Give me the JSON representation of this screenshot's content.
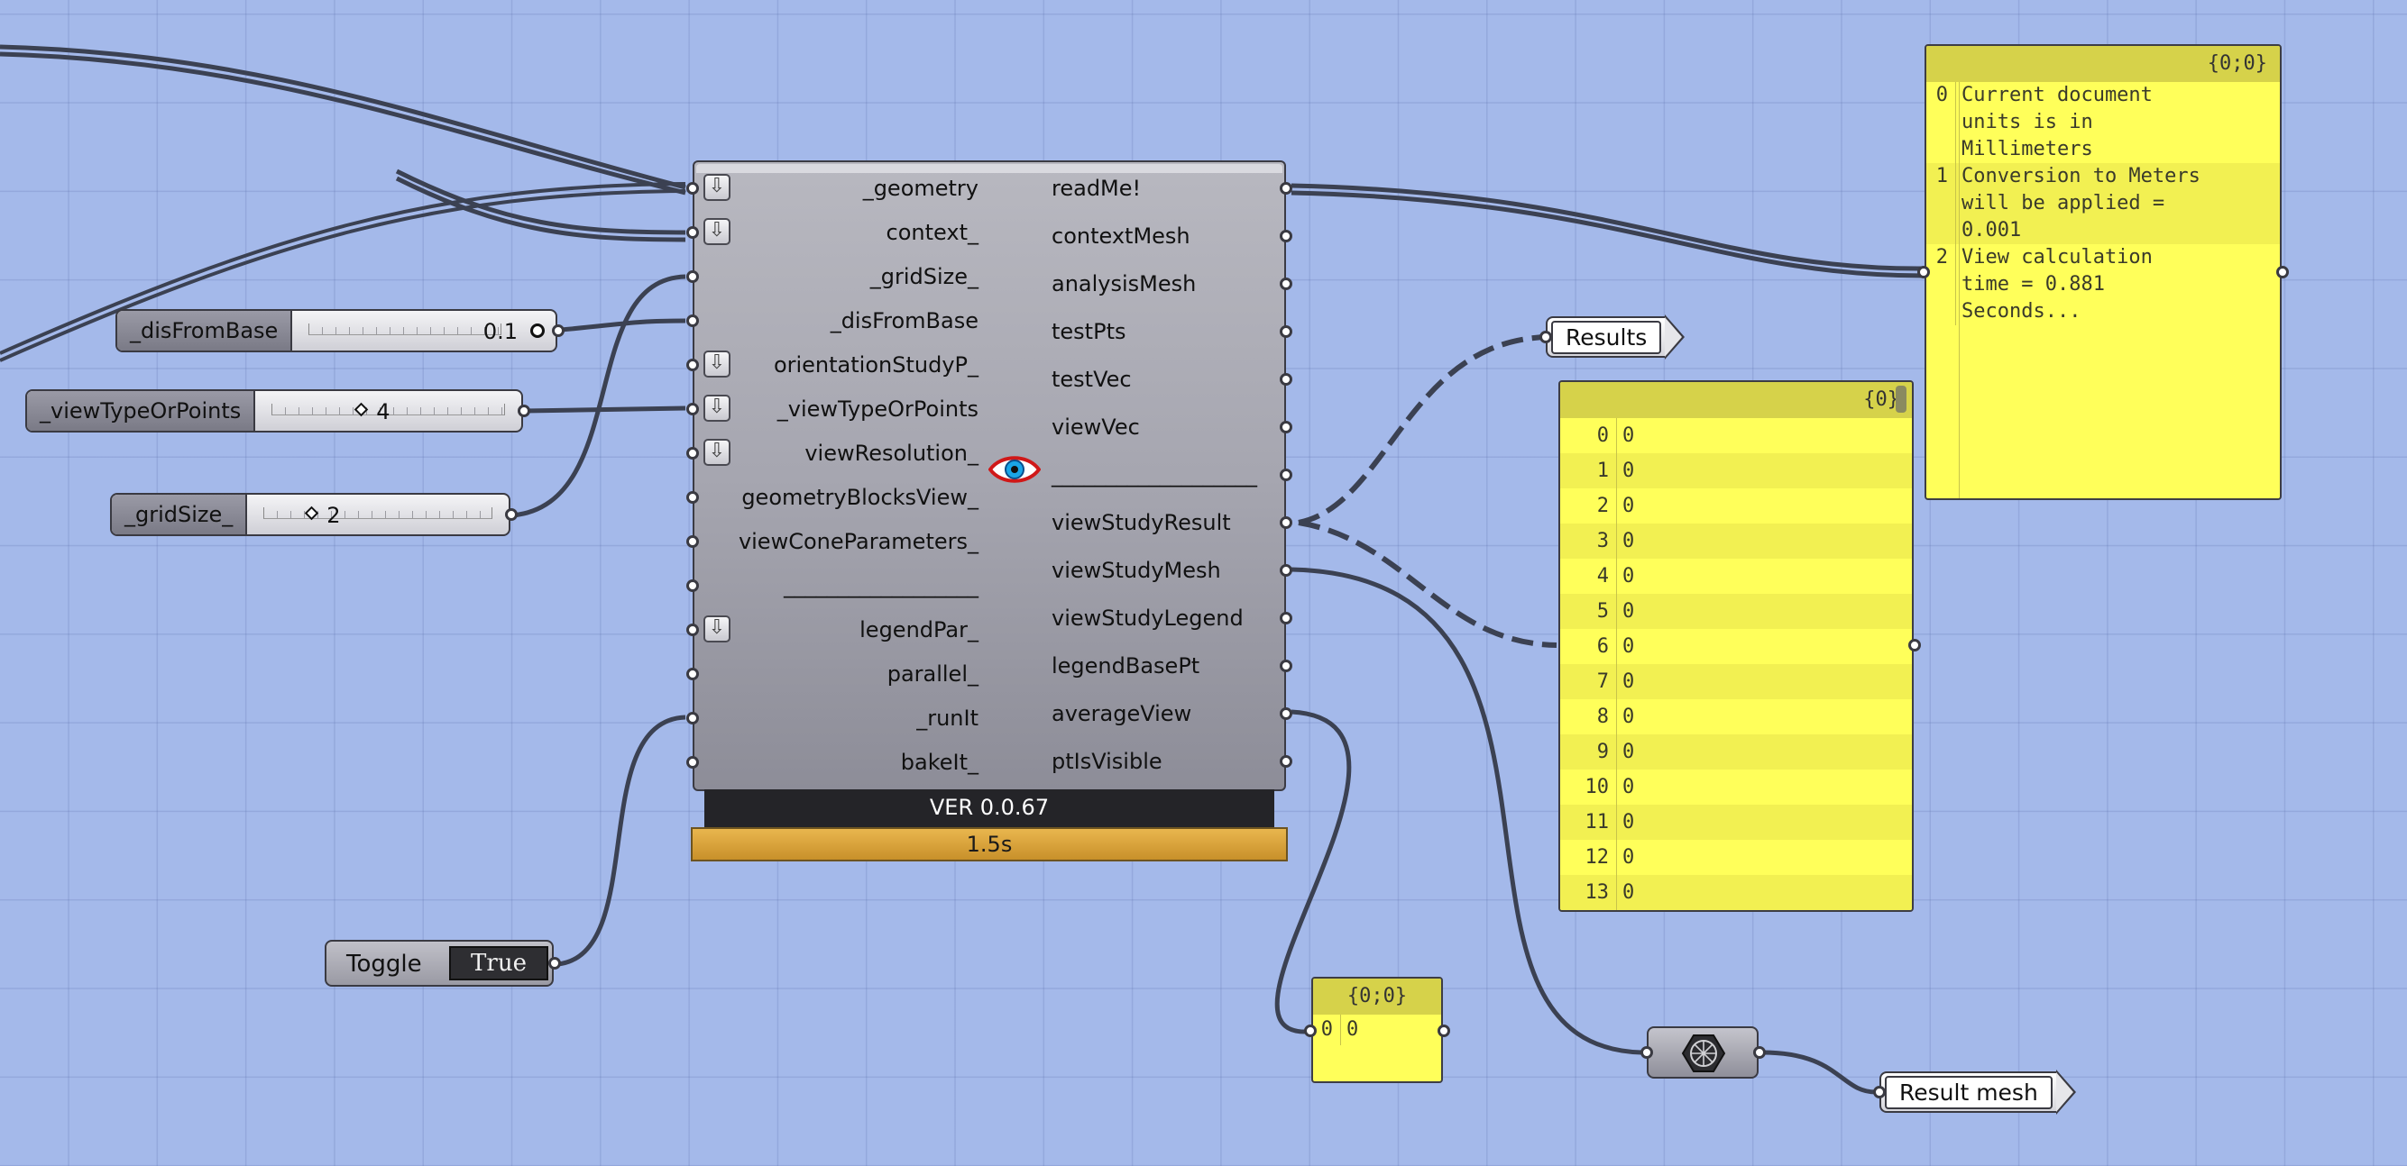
{
  "component": {
    "inputs": [
      {
        "label": "_geometry",
        "flatten": true
      },
      {
        "label": "context_",
        "flatten": true
      },
      {
        "label": "_gridSize_",
        "flatten": false
      },
      {
        "label": "_disFromBase",
        "flatten": false
      },
      {
        "label": "orientationStudyP_",
        "flatten": true
      },
      {
        "label": "_viewTypeOrPoints",
        "flatten": true
      },
      {
        "label": "viewResolution_",
        "flatten": true
      },
      {
        "label": "geometryBlocksView_",
        "flatten": false
      },
      {
        "label": "viewConeParameters_",
        "flatten": false
      },
      {
        "label": "__________________",
        "flatten": false
      },
      {
        "label": "legendPar_",
        "flatten": true
      },
      {
        "label": "parallel_",
        "flatten": false
      },
      {
        "label": "_runIt",
        "flatten": false
      },
      {
        "label": "bakeIt_",
        "flatten": false
      }
    ],
    "outputs": [
      {
        "label": "readMe!"
      },
      {
        "label": "contextMesh"
      },
      {
        "label": "analysisMesh"
      },
      {
        "label": "testPts"
      },
      {
        "label": "testVec"
      },
      {
        "label": "viewVec"
      },
      {
        "label": "___________________"
      },
      {
        "label": "viewStudyResult"
      },
      {
        "label": "viewStudyMesh"
      },
      {
        "label": "viewStudyLegend"
      },
      {
        "label": "legendBasePt"
      },
      {
        "label": "averageView"
      },
      {
        "label": "ptIsVisible"
      }
    ],
    "version": "VER 0.0.67",
    "runtime": "1.5s",
    "icon": "eye-icon"
  },
  "sliders": {
    "disFromBase": {
      "name": "_disFromBase",
      "value": "0.1"
    },
    "viewTypeOrPoints": {
      "name": "_viewTypeOrPoints",
      "value": "4"
    },
    "gridSize": {
      "name": "_gridSize_",
      "value": "2"
    }
  },
  "toggle": {
    "label": "Toggle",
    "value": "True"
  },
  "readme_panel": {
    "header": "{0;0}",
    "rows": [
      {
        "idx": "0",
        "lines": [
          "Current document",
          "units is in",
          "Millimeters"
        ]
      },
      {
        "idx": "1",
        "lines": [
          "Conversion to Meters",
          "will be applied =",
          "0.001"
        ]
      },
      {
        "idx": "2",
        "lines": [
          "View calculation",
          "time =  0.881",
          "Seconds..."
        ]
      }
    ]
  },
  "results_panel": {
    "header": "{0}",
    "rows": [
      {
        "idx": "0",
        "val": "0"
      },
      {
        "idx": "1",
        "val": "0"
      },
      {
        "idx": "2",
        "val": "0"
      },
      {
        "idx": "3",
        "val": "0"
      },
      {
        "idx": "4",
        "val": "0"
      },
      {
        "idx": "5",
        "val": "0"
      },
      {
        "idx": "6",
        "val": "0"
      },
      {
        "idx": "7",
        "val": "0"
      },
      {
        "idx": "8",
        "val": "0"
      },
      {
        "idx": "9",
        "val": "0"
      },
      {
        "idx": "10",
        "val": "0"
      },
      {
        "idx": "11",
        "val": "0"
      },
      {
        "idx": "12",
        "val": "0"
      },
      {
        "idx": "13",
        "val": "0"
      }
    ]
  },
  "average_panel": {
    "header": "{0;0}",
    "rows": [
      {
        "idx": "0",
        "val": "0"
      }
    ]
  },
  "labels": {
    "results": "Results",
    "result_mesh": "Result mesh"
  },
  "mesh_component": {
    "icon": "mesh-sphere-icon"
  },
  "colors": {
    "canvas": "#a4b9ea",
    "panel": "#ffff5a",
    "runtime_bar": "#d9a43c",
    "wire": "#3b4152"
  }
}
